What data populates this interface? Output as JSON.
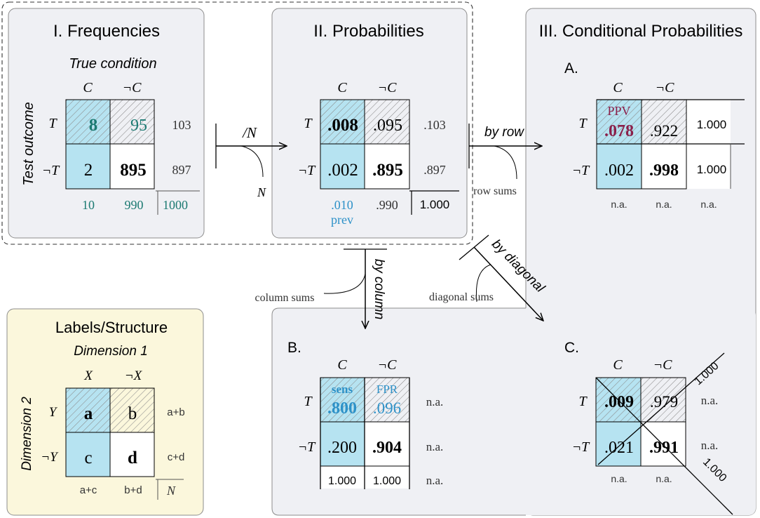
{
  "panels": {
    "frequencies": {
      "title": "I. Frequencies",
      "subtitle": "True condition",
      "row_dim": "Test outcome",
      "col_headers": [
        "C",
        "¬C"
      ],
      "row_headers": [
        "T",
        "¬T"
      ],
      "cells": [
        "8",
        "95",
        "2",
        "895"
      ],
      "row_sums": [
        "103",
        "897"
      ],
      "col_sums": [
        "10",
        "990"
      ],
      "total": "1000"
    },
    "probabilities": {
      "title": "II. Probabilities",
      "col_headers": [
        "C",
        "¬C"
      ],
      "row_headers": [
        "T",
        "¬T"
      ],
      "cells": [
        ".008",
        ".095",
        ".002",
        ".895"
      ],
      "row_sums": [
        ".103",
        ".897"
      ],
      "col_sums": [
        ".010",
        ".990"
      ],
      "total": "1.000",
      "prev_label": "prev"
    },
    "conditional": {
      "title": "III. Conditional Probabilities",
      "A": {
        "label": "A.",
        "col_headers": [
          "C",
          "¬C"
        ],
        "row_headers": [
          "T",
          "¬T"
        ],
        "ppv_label": "PPV",
        "cells": [
          ".078",
          ".922",
          ".002",
          ".998"
        ],
        "row_sums": [
          "1.000",
          "1.000"
        ],
        "col_sums": [
          "n.a.",
          "n.a.",
          "n.a."
        ]
      },
      "B": {
        "label": "B.",
        "col_headers": [
          "C",
          "¬C"
        ],
        "row_headers": [
          "T",
          "¬T"
        ],
        "sens_label": "sens",
        "fpr_label": "FPR",
        "cells": [
          ".800",
          ".096",
          ".200",
          ".904"
        ],
        "row_sums": [
          "n.a.",
          "n.a."
        ],
        "col_sums": [
          "1.000",
          "1.000",
          "n.a."
        ]
      },
      "C": {
        "label": "C.",
        "col_headers": [
          "C",
          "¬C"
        ],
        "row_headers": [
          "T",
          "¬T"
        ],
        "cells": [
          ".009",
          ".979",
          ".021",
          ".991"
        ],
        "row_sums": [
          "n.a.",
          "n.a."
        ],
        "col_sums": [
          "n.a.",
          "n.a."
        ],
        "diag_sums": [
          "1.000",
          "1.000"
        ]
      }
    },
    "labels": {
      "title": "Labels/Structure",
      "subtitle": "Dimension 1",
      "row_dim": "Dimension 2",
      "col_headers": [
        "X",
        "¬X"
      ],
      "row_headers": [
        "Y",
        "¬Y"
      ],
      "cells": [
        "a",
        "b",
        "c",
        "d"
      ],
      "row_sums": [
        "a+b",
        "c+d"
      ],
      "col_sums": [
        "a+c",
        "b+d"
      ],
      "total": "N"
    }
  },
  "arrows": {
    "divide": {
      "label": "/N",
      "sub": "N"
    },
    "by_row": {
      "label": "by row",
      "sub": "row sums"
    },
    "by_column": {
      "label": "by column",
      "sub": "column sums"
    },
    "by_diagonal": {
      "label": "by diagonal",
      "sub": "diagonal sums"
    }
  },
  "colors": {
    "panel_bg": "#eff0f4",
    "panel_border": "#8c8c8c",
    "labels_bg": "#fbf7dc",
    "cyan_cell": "#b6e3f1",
    "teal_text": "#1c7a72",
    "blue_text": "#2d91c8",
    "maroon_text": "#8a1f4a",
    "hatch": "#7a7a7a"
  }
}
